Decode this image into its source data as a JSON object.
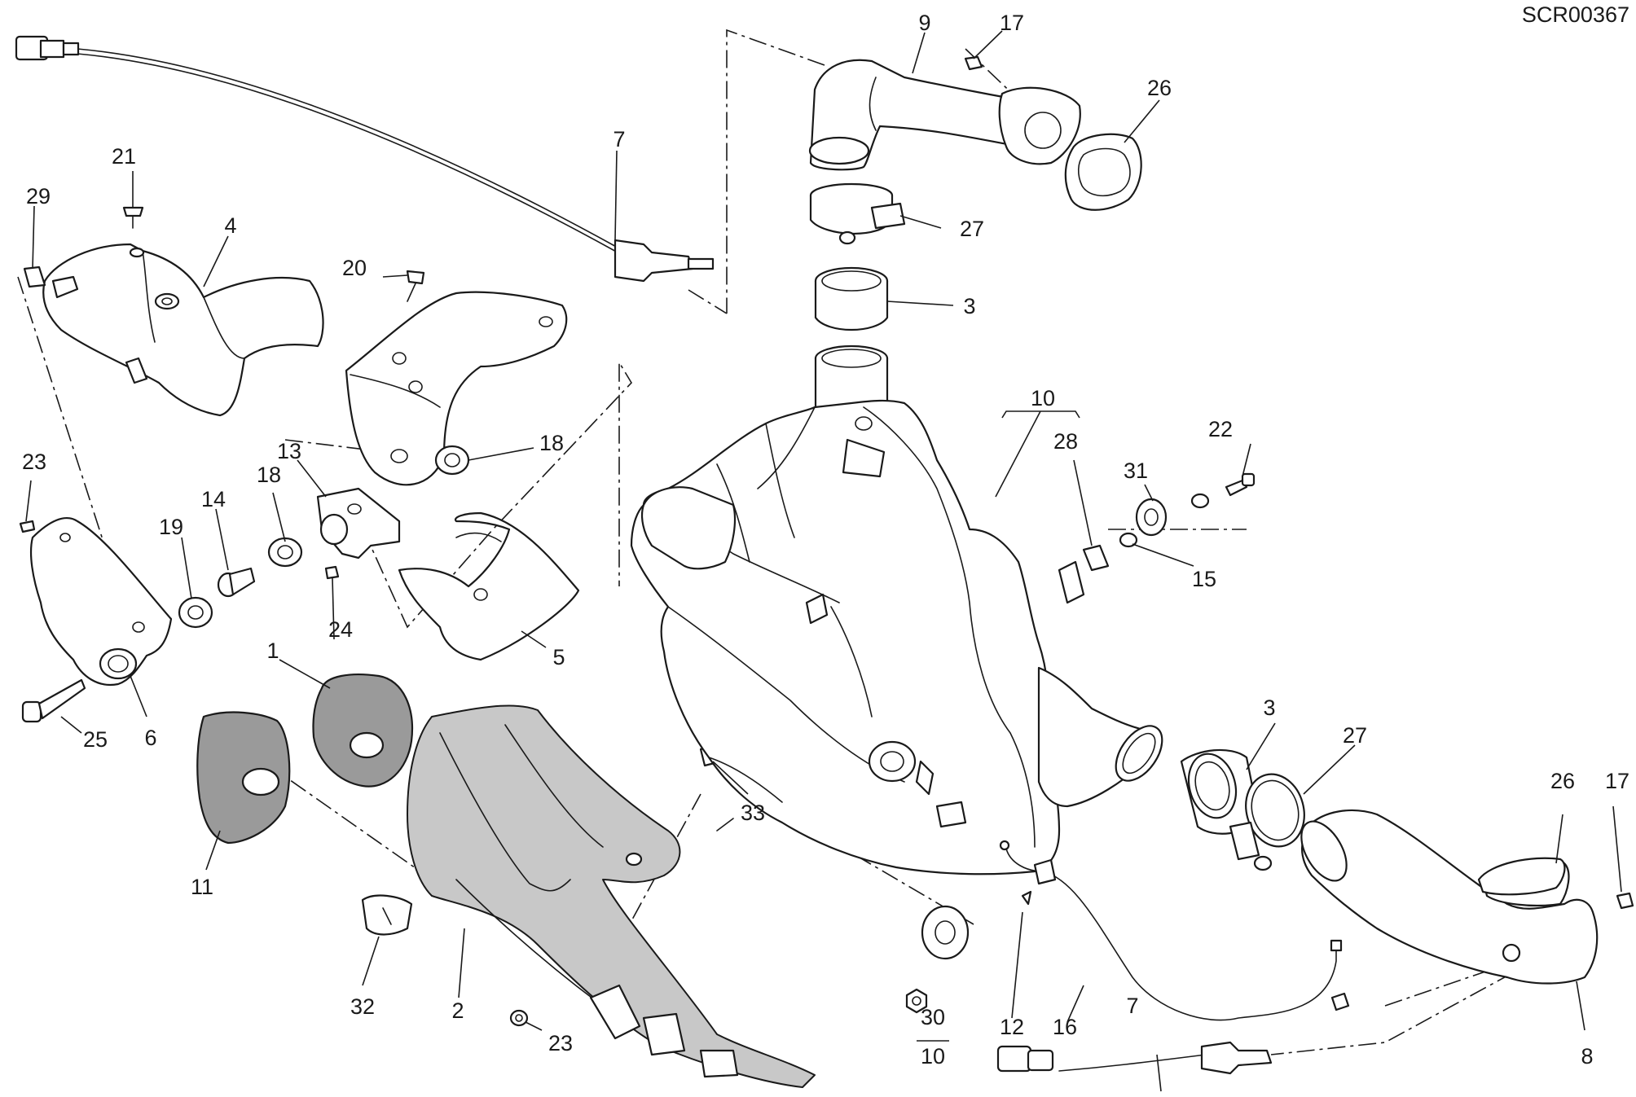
{
  "drawing_code": "SCR00367",
  "callouts": [
    {
      "id": "c1",
      "label": "1"
    },
    {
      "id": "c2",
      "label": "2"
    },
    {
      "id": "c3a",
      "label": "3"
    },
    {
      "id": "c3b",
      "label": "3"
    },
    {
      "id": "c4",
      "label": "4"
    },
    {
      "id": "c5",
      "label": "5"
    },
    {
      "id": "c6",
      "label": "6"
    },
    {
      "id": "c7a",
      "label": "7"
    },
    {
      "id": "c7b",
      "label": "7"
    },
    {
      "id": "c8",
      "label": "8"
    },
    {
      "id": "c9",
      "label": "9"
    },
    {
      "id": "c10a",
      "label": "10"
    },
    {
      "id": "c10b",
      "label": "10"
    },
    {
      "id": "c11",
      "label": "11"
    },
    {
      "id": "c12",
      "label": "12"
    },
    {
      "id": "c13",
      "label": "13"
    },
    {
      "id": "c14",
      "label": "14"
    },
    {
      "id": "c15",
      "label": "15"
    },
    {
      "id": "c16",
      "label": "16"
    },
    {
      "id": "c17a",
      "label": "17"
    },
    {
      "id": "c17b",
      "label": "17"
    },
    {
      "id": "c18a",
      "label": "18"
    },
    {
      "id": "c18b",
      "label": "18"
    },
    {
      "id": "c19",
      "label": "19"
    },
    {
      "id": "c20",
      "label": "20"
    },
    {
      "id": "c21",
      "label": "21"
    },
    {
      "id": "c22",
      "label": "22"
    },
    {
      "id": "c23a",
      "label": "23"
    },
    {
      "id": "c23b",
      "label": "23"
    },
    {
      "id": "c24",
      "label": "24"
    },
    {
      "id": "c25",
      "label": "25"
    },
    {
      "id": "c26a",
      "label": "26"
    },
    {
      "id": "c26b",
      "label": "26"
    },
    {
      "id": "c27a",
      "label": "27"
    },
    {
      "id": "c27b",
      "label": "27"
    },
    {
      "id": "c28",
      "label": "28"
    },
    {
      "id": "c29",
      "label": "29"
    },
    {
      "id": "c30",
      "label": "30"
    },
    {
      "id": "c31",
      "label": "31"
    },
    {
      "id": "c32",
      "label": "32"
    },
    {
      "id": "c33",
      "label": "33"
    }
  ]
}
